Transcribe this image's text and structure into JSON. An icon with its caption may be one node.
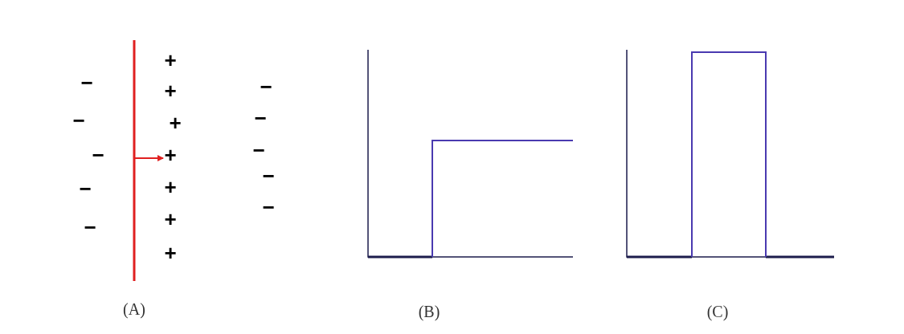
{
  "diagram": {
    "labels": [
      "+",
      "+",
      "+",
      "+",
      "+",
      "+",
      "+",
      "−",
      "−",
      "−",
      "−",
      "−",
      "−",
      "−",
      "−",
      "−",
      "−",
      "(A)",
      "(B)",
      "(C)"
    ]
  }
}
